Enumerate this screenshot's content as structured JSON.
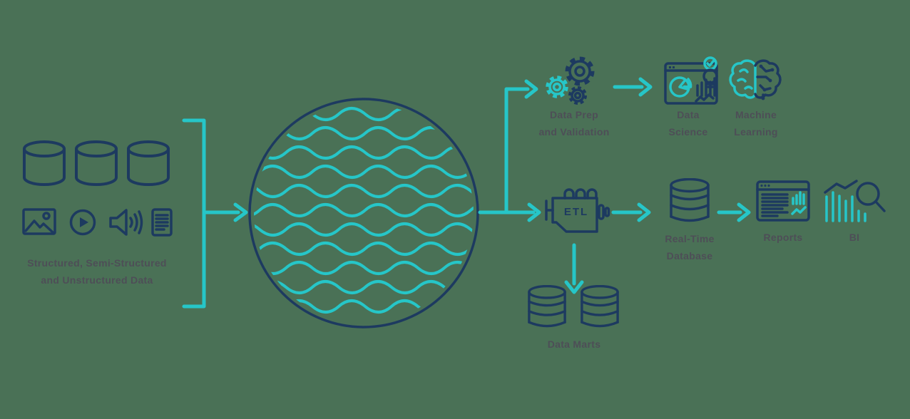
{
  "colors": {
    "bg": "#4a7156",
    "navy": "#1d3a60",
    "teal": "#26c6c8",
    "label": "#4e4e57"
  },
  "source": {
    "caption_line1": "Structured, Semi-Structured",
    "caption_line2": "and Unstructured Data"
  },
  "nodes": {
    "data_prep": {
      "line1": "Data Prep",
      "line2": "and Validation"
    },
    "data_science": {
      "line1": "Data",
      "line2": "Science"
    },
    "machine_learning": {
      "line1": "Machine",
      "line2": "Learning"
    },
    "etl": {
      "label": "ETL"
    },
    "real_time_database": {
      "line1": "Real-Time",
      "line2": "Database"
    },
    "reports": {
      "label": "Reports"
    },
    "bi": {
      "label": "BI"
    },
    "data_marts": {
      "label": "Data Marts"
    }
  }
}
